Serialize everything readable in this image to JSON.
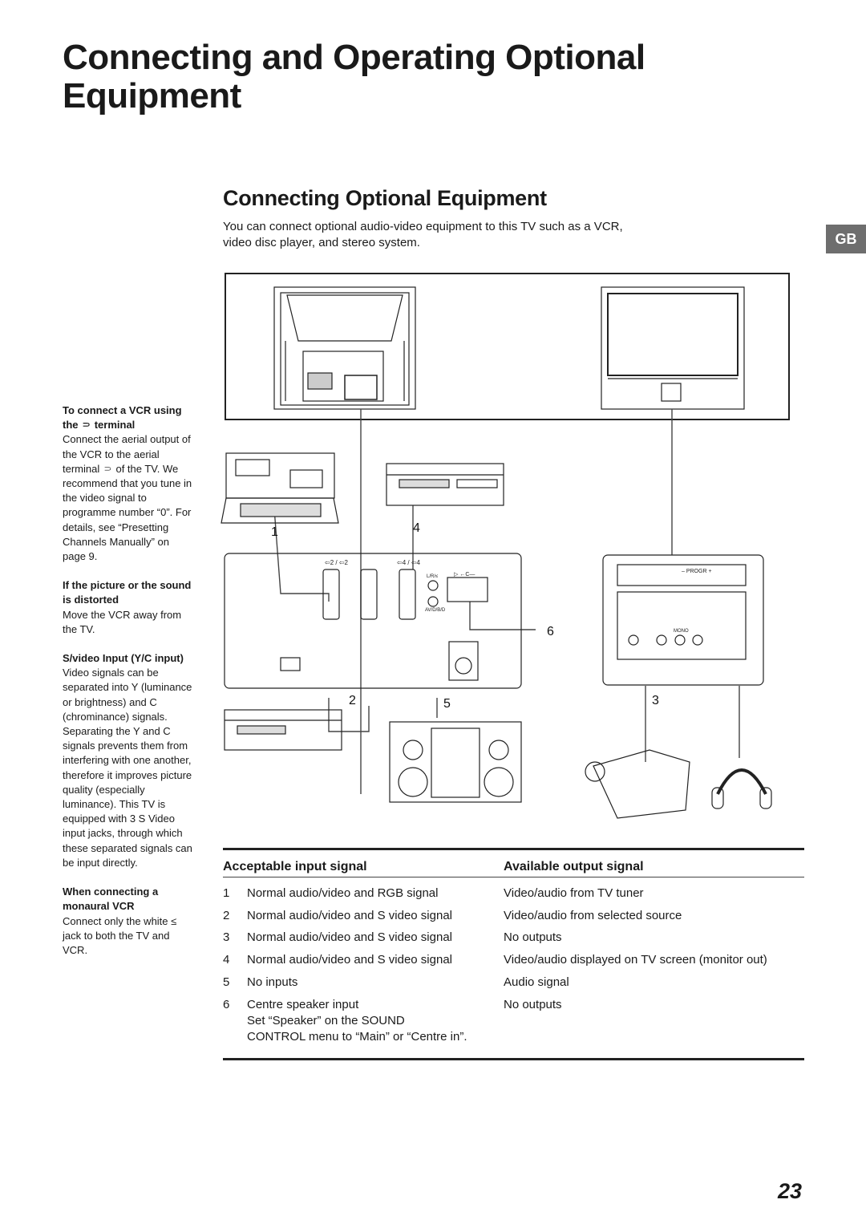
{
  "page": {
    "title": "Connecting and Operating Optional Equipment",
    "lang_tab": "GB",
    "page_number": "23"
  },
  "section": {
    "title": "Connecting Optional Equipment",
    "intro": "You can connect optional audio-video equipment to this TV such as a VCR, video disc player, and stereo system."
  },
  "sidebar": {
    "notes": [
      {
        "heading": "To connect a VCR using the ⸧ terminal",
        "body": "Connect the aerial output of the VCR to the aerial terminal ⸧ of the TV. We recommend that you tune in the video signal to programme number “0”. For details, see “Presetting Channels Manually” on page 9."
      },
      {
        "heading": "If the picture or the sound is distorted",
        "body": "Move the VCR away from the TV."
      },
      {
        "heading": "S/video Input (Y/C input)",
        "body": "Video signals can be separated into Y (luminance or brightness) and C (chrominance) signals. Separating the Y and C signals prevents them from interfering with one another, therefore it improves picture quality (especially luminance). This TV is equipped with 3 S Video input jacks, through which these separated signals can be input directly."
      },
      {
        "heading": "When connecting a monaural VCR",
        "body": "Connect only the white ≤ jack to both the TV and VCR."
      }
    ]
  },
  "diagram": {
    "callouts": [
      "1",
      "4",
      "6",
      "2",
      "5",
      "3"
    ],
    "panel_labels": {
      "scart2": "⇦2 / ⇦2",
      "scart4": "⇦4 / ⇦4",
      "lr": "L/R/≤",
      "c_in": "▷ ←C—",
      "av": "AV/D/B/D",
      "progr": "–  PROGR  +",
      "mono": "MONO"
    },
    "icons": [
      "tv-rear-icon",
      "tv-front-icon",
      "computer-icon",
      "vcr-icon",
      "video-disc-player-icon",
      "stereo-system-icon",
      "camcorder-icon",
      "headphones-icon"
    ]
  },
  "signal_table": {
    "headers": {
      "input": "Acceptable input signal",
      "output": "Available output signal"
    },
    "rows": [
      {
        "num": "1",
        "input": "Normal audio/video and RGB signal",
        "output": "Video/audio from TV tuner"
      },
      {
        "num": "2",
        "input": "Normal audio/video and S video signal",
        "output": "Video/audio from selected source"
      },
      {
        "num": "3",
        "input": "Normal audio/video and S video signal",
        "output": "No outputs"
      },
      {
        "num": "4",
        "input": "Normal audio/video and S video signal",
        "output": "Video/audio displayed on TV screen (monitor out)"
      },
      {
        "num": "5",
        "input": "No inputs",
        "output": "Audio signal"
      },
      {
        "num": "6",
        "input": "Centre speaker input",
        "input_extra": [
          "Set “Speaker” on the SOUND",
          "CONTROL menu to “Main” or “Centre in”."
        ],
        "output": "No outputs"
      }
    ]
  }
}
